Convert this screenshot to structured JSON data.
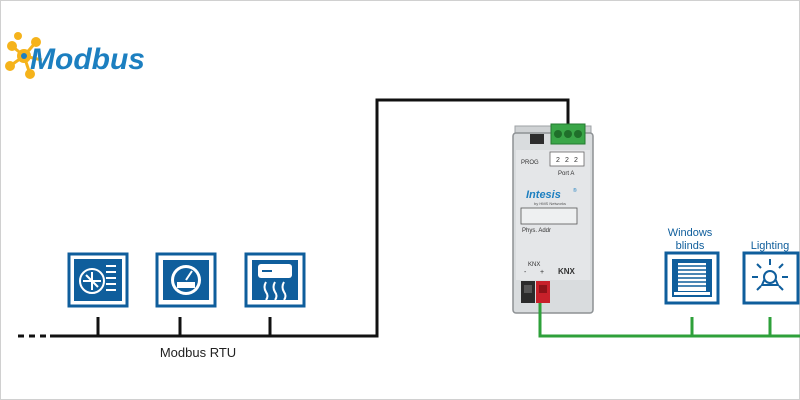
{
  "logo": {
    "text": "Modbus",
    "brand_color": "#1c7fc0",
    "accent_color": "#f5b31b"
  },
  "bus": {
    "label": "Modbus RTU",
    "color": "#111111"
  },
  "knx_bus": {
    "color": "#2ea03a"
  },
  "gateway": {
    "brand": "Intesis",
    "trademark": "®",
    "subtitle": "by HMS Networks",
    "prog_label": "PROG",
    "port_label": "Port A",
    "phys_label": "Phys. Addr",
    "knx_label": "KNX",
    "minus": "-",
    "plus": "+",
    "knx_logo": "KNX",
    "terminal_marks": [
      "2",
      "2",
      "2"
    ]
  },
  "modbus_devices": [
    {
      "icon": "hvac-unit-icon"
    },
    {
      "icon": "energy-meter-icon"
    },
    {
      "icon": "heater-icon"
    }
  ],
  "knx_devices": [
    {
      "label_line1": "Windows",
      "label_line2": "blinds",
      "icon": "window-blinds-icon"
    },
    {
      "label_line1": "",
      "label_line2": "Lighting",
      "icon": "light-bulb-icon"
    }
  ],
  "colors": {
    "device_blue": "#0f5e9c",
    "knx_green": "#2ea03a"
  }
}
